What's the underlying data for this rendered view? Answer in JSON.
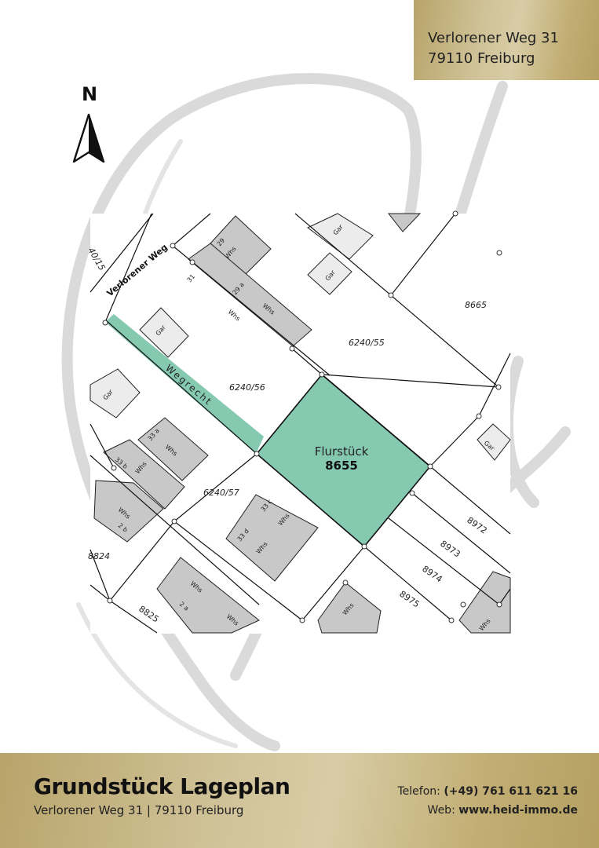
{
  "address_box": {
    "line1": "Verlorener Weg 31",
    "line2": "79110 Freiburg"
  },
  "compass": {
    "label": "N"
  },
  "map": {
    "street": "Verlorener Weg",
    "easement": "Wegrecht",
    "plot_label": "Flurstück",
    "plot_number": "8655",
    "parcels": {
      "p_6240_15": "40/15",
      "p_6240_56": "6240/56",
      "p_6240_55": "6240/55",
      "p_6240_57": "6240/57",
      "p_8665": "8665",
      "p_8972": "8972",
      "p_8973": "8973",
      "p_8974": "8974",
      "p_8975": "8975",
      "p_8824": "8824",
      "p_8825": "8825"
    },
    "buildings": {
      "whs": "Whs",
      "gar": "Gar",
      "n29": "29",
      "n29a": "29 a",
      "n31": "31",
      "n33a": "33 a",
      "n33b": "33 b",
      "n33c": "33 c",
      "n33d": "33 d",
      "n2a": "2 a",
      "n2b": "2 b"
    },
    "colors": {
      "plot": "#86c9b1",
      "building": "#c8c8c8",
      "garage": "#ececec",
      "line": "#111111"
    }
  },
  "footer": {
    "title": "Grundstück Lageplan",
    "subtitle": "Verlorener Weg 31 | 79110 Freiburg",
    "phone_label": "Telefon:",
    "phone": "(+49) 761 611 621 16",
    "web_label": "Web:",
    "web": "www.heid-immo.de"
  }
}
